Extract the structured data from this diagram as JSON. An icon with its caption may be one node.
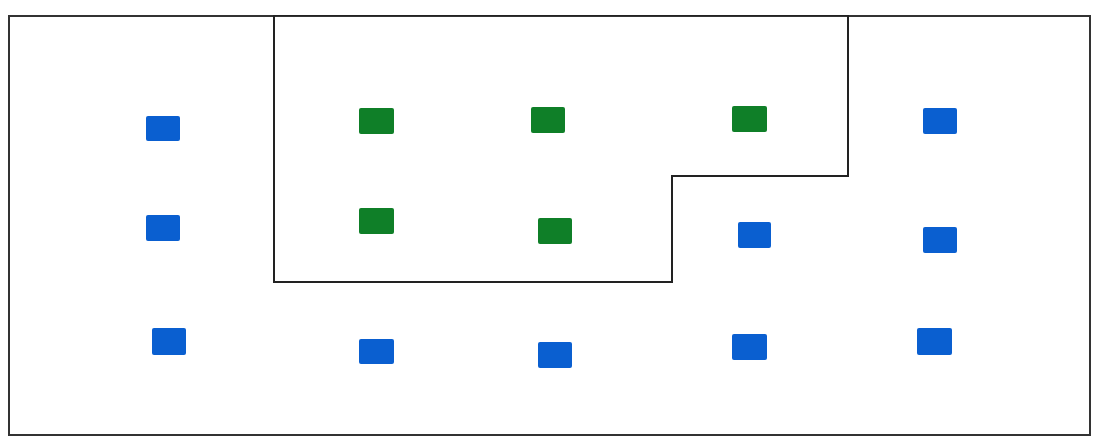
{
  "diagram": {
    "nodes": [
      {
        "text": [],
        "shape": "box"
      },
      {
        "text": [],
        "shape": "box",
        "in": 0
      },
      {
        "text": [],
        "shape": "box",
        "in": 0
      },
      {
        "text": [],
        "shape": "box",
        "in": 1
      },
      {
        "text": [],
        "shape": "box",
        "in": 1
      },
      {
        "text": [],
        "shape": "box",
        "in": 1
      },
      {
        "text": [],
        "shape": "box",
        "in": 0
      },
      {
        "text": [],
        "shape": "box",
        "in": 0
      },
      {
        "text": [],
        "shape": "box",
        "in": 1
      },
      {
        "text": [],
        "shape": "box",
        "in": 1
      },
      {
        "text": [],
        "shape": "box",
        "in": 0
      },
      {
        "text": [],
        "shape": "box",
        "in": 0
      },
      {
        "text": [],
        "shape": "box",
        "in": 0
      },
      {
        "text": [],
        "shape": "box",
        "in": 0
      },
      {
        "text": [],
        "shape": "box",
        "in": 0
      },
      {
        "text": [],
        "shape": "box",
        "in": 0
      },
      {
        "text": [],
        "shape": "box",
        "in": 0
      }
    ]
  }
}
